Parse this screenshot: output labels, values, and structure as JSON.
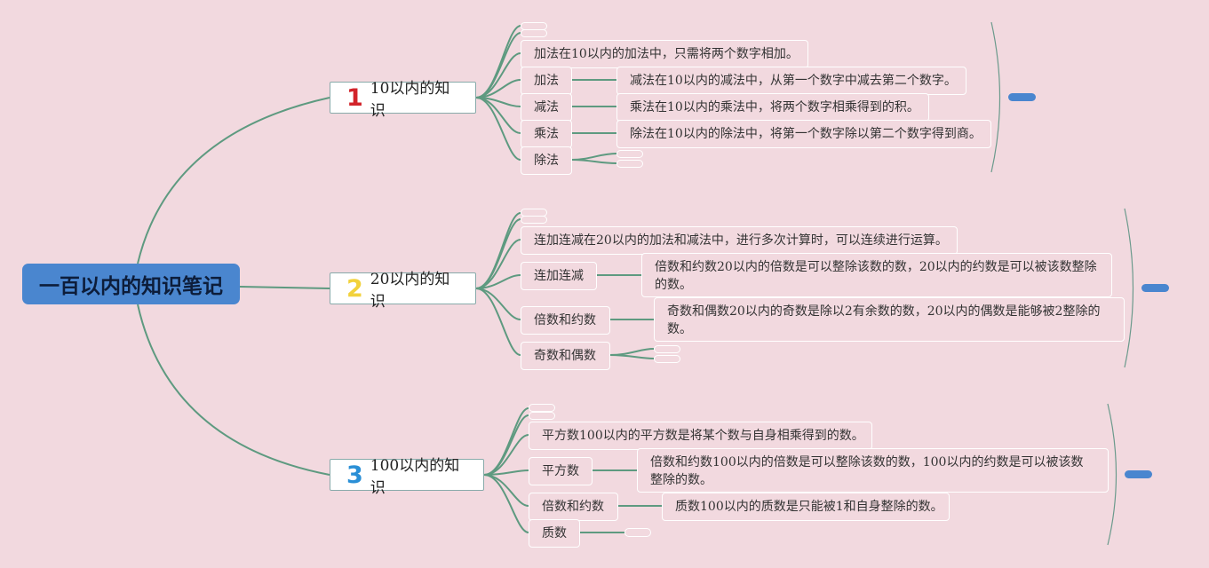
{
  "root": {
    "title": "一百以内的知识笔记"
  },
  "branches": [
    {
      "number": "1",
      "number_color": "#d2232a",
      "label": "10以内的知识",
      "notes": [
        "加法在10以内的加法中，只需将两个数字相加。",
        "减法在10以内的减法中，从第一个数字中减去第二个数字。",
        "乘法在10以内的乘法中，将两个数字相乘得到的积。",
        "除法在10以内的除法中，将第一个数字除以第二个数字得到商。"
      ],
      "items": [
        "加法",
        "减法",
        "乘法",
        "除法"
      ]
    },
    {
      "number": "2",
      "number_color": "#f2d23c",
      "label": "20以内的知识",
      "notes": [
        "连加连减在20以内的加法和减法中，进行多次计算时，可以连续进行运算。",
        "倍数和约数20以内的倍数是可以整除该数的数，20以内的约数是可以被该数整除的数。",
        "奇数和偶数20以内的奇数是除以2有余数的数，20以内的偶数是能够被2整除的数。"
      ],
      "items": [
        "连加连减",
        "倍数和约数",
        "奇数和偶数"
      ]
    },
    {
      "number": "3",
      "number_color": "#2a8fd6",
      "label": "100以内的知识",
      "notes": [
        "平方数100以内的平方数是将某个数与自身相乘得到的数。",
        "倍数和约数100以内的倍数是可以整除该数的数，100以内的约数是可以被该数整除的数。",
        "质数100以内的质数是只能被1和自身整除的数。"
      ],
      "items": [
        "平方数",
        "倍数和约数",
        "质数"
      ]
    }
  ],
  "colors": {
    "background": "#f2d9df",
    "root": "#4a86cf",
    "line": "#5e9a80"
  }
}
